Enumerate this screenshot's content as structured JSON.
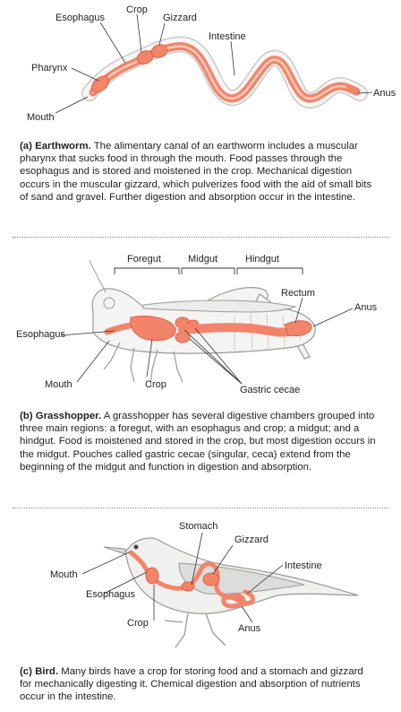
{
  "earthworm": {
    "labels": {
      "crop": "Crop",
      "esophagus": "Esophagus",
      "gizzard": "Gizzard",
      "intestine": "Intestine",
      "pharynx": "Pharynx",
      "anus": "Anus",
      "mouth": "Mouth"
    },
    "caption_lead": "(a) Earthworm.",
    "caption_text": "The alimentary canal of an earthworm includes a muscular pharynx that sucks food in through the mouth. Food passes through the esophagus and is stored and moistened in the crop. Mechanical digestion occurs in the muscular gizzard, which pulverizes food with the aid of small bits of sand and gravel. Further digestion and absorption occur in the intestine."
  },
  "grasshopper": {
    "labels": {
      "foregut": "Foregut",
      "midgut": "Midgut",
      "hindgut": "Hindgut",
      "rectum": "Rectum",
      "anus": "Anus",
      "esophagus": "Esophagus",
      "mouth": "Mouth",
      "crop": "Crop",
      "gastric_cecae": "Gastric cecae"
    },
    "caption_lead": "(b) Grasshopper.",
    "caption_text": "A grasshopper has several digestive chambers grouped into three main regions: a foregut, with an esophagus and crop; a midgut; and a hindgut. Food is moistened and stored in the crop, but most digestion occurs in the midgut. Pouches called gastric cecae (singular, ceca) extend from the beginning of the midgut and function in digestion and absorption."
  },
  "bird": {
    "labels": {
      "stomach": "Stomach",
      "gizzard": "Gizzard",
      "intestine": "Intestine",
      "mouth": "Mouth",
      "esophagus": "Esophagus",
      "crop": "Crop",
      "anus": "Anus"
    },
    "caption_lead": "(c) Bird.",
    "caption_text": "Many birds have a crop for storing food and a stomach and gizzard for mechanically digesting it. Chemical digestion and absorption of nutrients occur in the intestine."
  },
  "colors": {
    "gut_fill": "#f2846a",
    "gut_dark": "#e0604a",
    "gut_light": "#fbcab9",
    "body_outline": "#9a9a9a",
    "body_fill": "#f4f4f2"
  }
}
